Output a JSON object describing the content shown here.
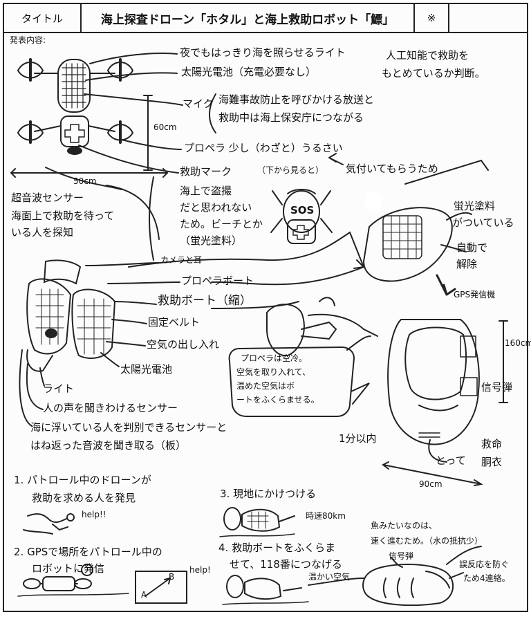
{
  "header": {
    "title_label": "タイトル",
    "title": "海上探査ドローン「ホタル」と海上救助ロボット「鰾」",
    "mark": "※"
  },
  "section_label": "発表内容:",
  "drone": {
    "light": "夜でもはっきり海を照らせるライト",
    "solar": "太陽光電池（充電必要なし）",
    "mic": "マイク",
    "mic_note_1": "海難事故防止を呼びかける放送と",
    "mic_note_2": "救助中は海上保安庁につながる",
    "height": "60cm",
    "propeller": "プロペラ 少し（わざと）うるさい",
    "rescue_mark": "救助マーク",
    "from_below": "（下から見ると）",
    "notice": "気付いてもらうため",
    "width": "50cm",
    "sos": "SOS",
    "note_1": "海上で盗撮",
    "note_2": "だと思われない",
    "note_3": "ため。ビーチとか",
    "note_4": "（蛍光塗料）",
    "ultrasonic_1": "超音波センサー",
    "ultrasonic_2": "海面上で救助を待って",
    "ultrasonic_3": "いる人を探知"
  },
  "ai": {
    "line_1": "人工知能で救助を",
    "line_2": "もとめているか判断。"
  },
  "robot": {
    "camera": "カメラと耳",
    "prop_boat": "プロペラボート",
    "rescue_boat": "救助ボート（縮）",
    "belt": "固定ベルト",
    "air": "空気の出し入れ",
    "solar": "太陽光電池",
    "light": "ライト",
    "voice_sensor": "人の声を聞きわけるセンサー",
    "float_1": "海に浮いている人を判別できるセンサーと",
    "float_2": "はね返った音波を聞き取る（板）",
    "prop_air_1": "プロペラは空冷。",
    "prop_air_2": "空気を取り入れて、",
    "prop_air_3": "温めた空気はボ",
    "prop_air_4": "ートをふくらませる。"
  },
  "boat": {
    "fluor_1": "蛍光塗料",
    "fluor_2": "がついている",
    "auto_1": "自動で",
    "auto_2": "解除",
    "gps": "GPS発信機",
    "length": "160cm",
    "flare": "信号弾",
    "time": "1分以内",
    "handle": "とって",
    "vest_1": "救命",
    "vest_2": "胴衣",
    "width": "90cm"
  },
  "steps": {
    "s1_1": "1. パトロール中のドローンが",
    "s1_2": "救助を求める人を発見",
    "help_1": "help!!",
    "s2_1": "2. GPSで場所をパトロール中の",
    "s2_2": "ロボットに発信",
    "help_2": "help!",
    "map_a": "A",
    "map_b": "B",
    "s3": "3. 現地にかけつける",
    "speed": "時速80km",
    "s4_1": "4. 救助ボートをふくらま",
    "s4_2": "せて、118番につなげる",
    "warm_air": "温かい空気",
    "flare": "信号弾",
    "fish_1": "魚みたいなのは、",
    "fish_2": "速く進むため。（水の抵抗少）",
    "misfire_1": "誤反応を防ぐ",
    "misfire_2": "ため4連絡。"
  }
}
